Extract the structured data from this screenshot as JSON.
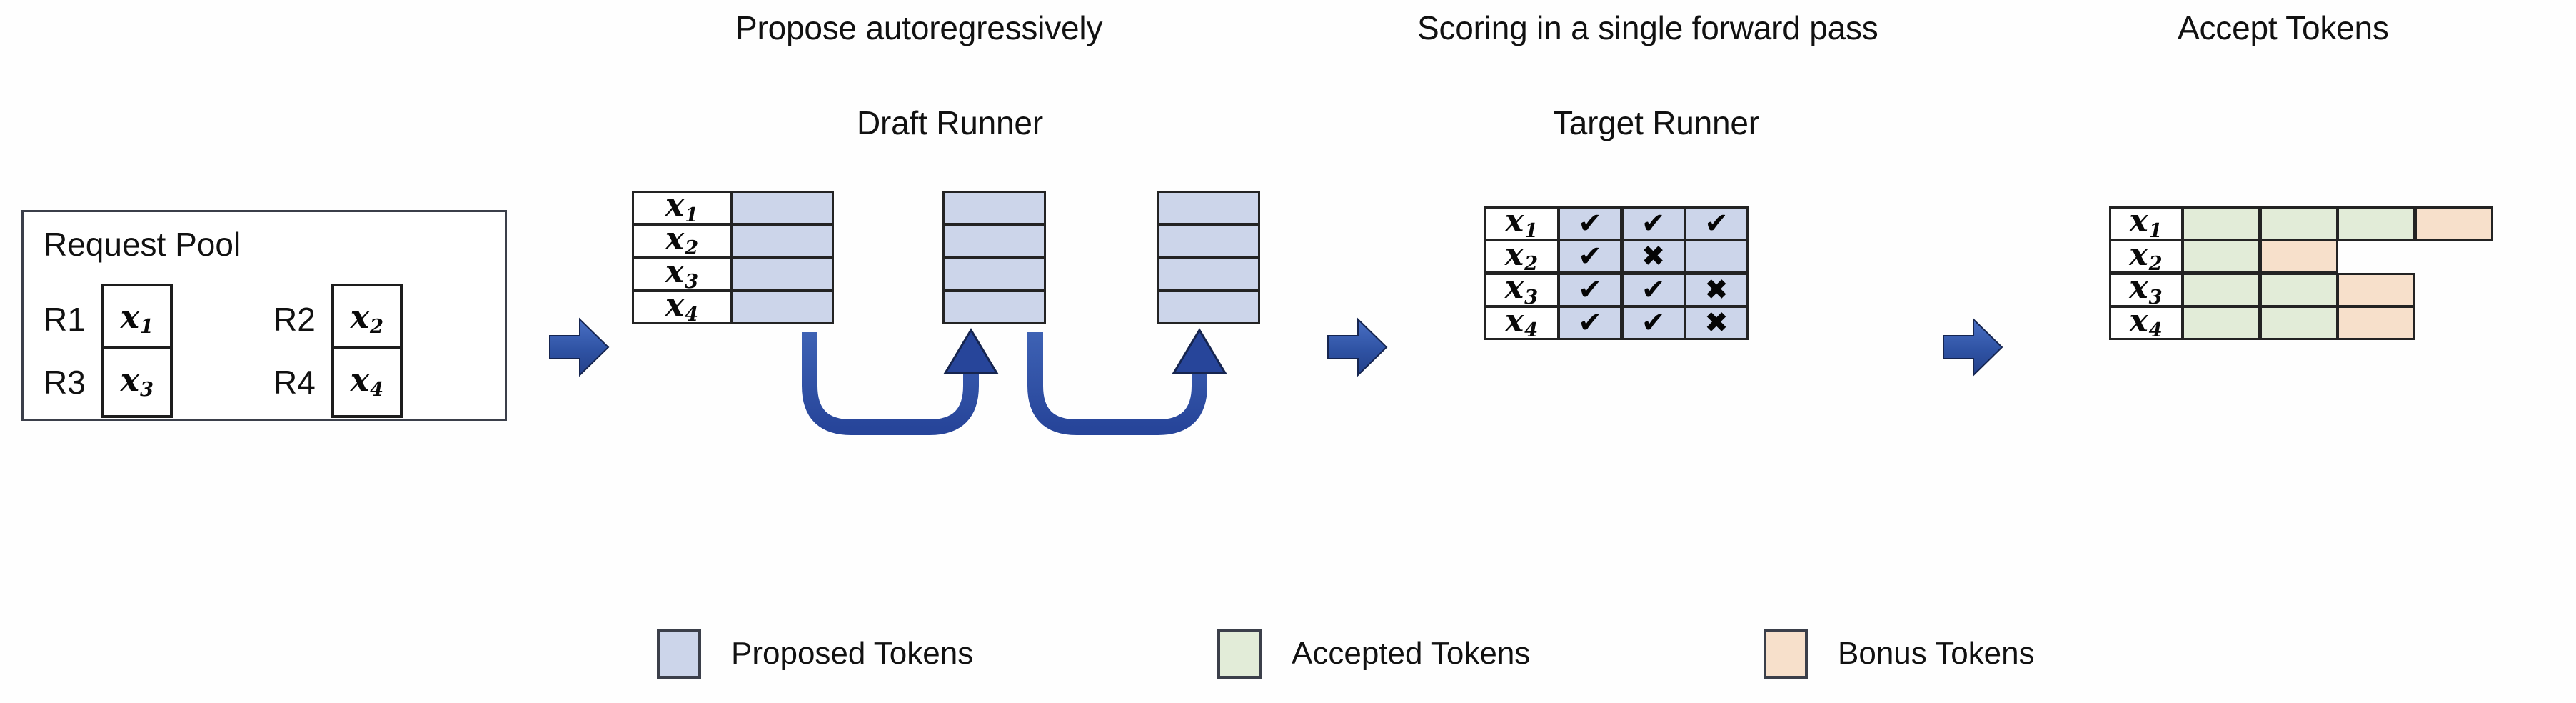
{
  "headings": {
    "propose": "Propose autoregressively",
    "draft_runner": "Draft Runner",
    "scoring": "Scoring in a single forward pass",
    "target_runner": "Target Runner",
    "accept": "Accept Tokens"
  },
  "request_pool": {
    "label": "Request Pool",
    "requests": [
      {
        "name": "R1",
        "token": "x",
        "index": "1"
      },
      {
        "name": "R2",
        "token": "x",
        "index": "2"
      },
      {
        "name": "R3",
        "token": "x",
        "index": "3"
      },
      {
        "name": "R4",
        "token": "x",
        "index": "4"
      }
    ]
  },
  "draft_runner": {
    "row_labels": [
      {
        "token": "x",
        "index": "1"
      },
      {
        "token": "x",
        "index": "2"
      },
      {
        "token": "x",
        "index": "3"
      },
      {
        "token": "x",
        "index": "4"
      }
    ],
    "steps": 3,
    "rows_per_step": 4,
    "cell_state": "proposed"
  },
  "target_runner": {
    "row_labels": [
      {
        "token": "x",
        "index": "1"
      },
      {
        "token": "x",
        "index": "2"
      },
      {
        "token": "x",
        "index": "3"
      },
      {
        "token": "x",
        "index": "4"
      }
    ],
    "matrix": [
      [
        "check",
        "check",
        "check"
      ],
      [
        "check",
        "cross",
        "empty"
      ],
      [
        "check",
        "check",
        "cross"
      ],
      [
        "check",
        "check",
        "cross"
      ]
    ]
  },
  "accept_tokens": {
    "row_labels": [
      {
        "token": "x",
        "index": "1"
      },
      {
        "token": "x",
        "index": "2"
      },
      {
        "token": "x",
        "index": "3"
      },
      {
        "token": "x",
        "index": "4"
      }
    ],
    "matrix": [
      [
        "accepted",
        "accepted",
        "accepted",
        "bonus"
      ],
      [
        "accepted",
        "bonus",
        "none",
        "none"
      ],
      [
        "accepted",
        "accepted",
        "bonus",
        "none"
      ],
      [
        "accepted",
        "accepted",
        "bonus",
        "none"
      ]
    ]
  },
  "legend": [
    {
      "label": "Proposed Tokens",
      "color": "#ccd5ea"
    },
    {
      "label": "Accepted Tokens",
      "color": "#e2ecd8"
    },
    {
      "label": "Bonus Tokens",
      "color": "#f7e0cb"
    }
  ],
  "colors": {
    "proposed": "#ccd5ea",
    "accepted": "#e2ecd8",
    "bonus": "#f7e0cb",
    "arrow_blue": "#2f53a4",
    "border": "#232323",
    "outer_border": "#3b3f4a"
  },
  "arrows": {
    "stage_arrows": 3,
    "feedback_arrows": 2,
    "feedback_direction": "loop-back-up"
  }
}
